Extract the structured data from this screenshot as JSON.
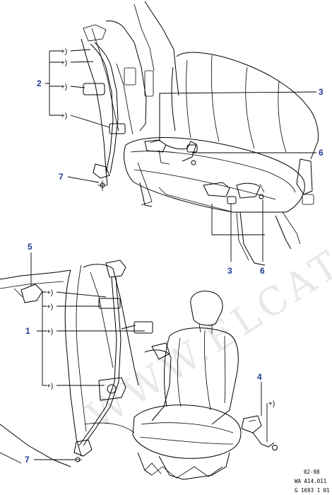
{
  "watermark": "WWW.ELCATS.RU",
  "plus_marker": "+)",
  "callouts": {
    "c1": "1",
    "c2": "2",
    "c3_top": "3",
    "c3_bottom": "3",
    "c4": "4",
    "c5": "5",
    "c6_top": "6",
    "c6_bottom": "6",
    "c7_top": "7",
    "c7_bottom": "7"
  },
  "stamp": {
    "line1": "02-98",
    "line2": "WA A14.011",
    "line3": "G 1693 1 01"
  },
  "colors": {
    "callout": "#1f3a93",
    "line": "#000000",
    "watermark": "#d7d7d7"
  }
}
